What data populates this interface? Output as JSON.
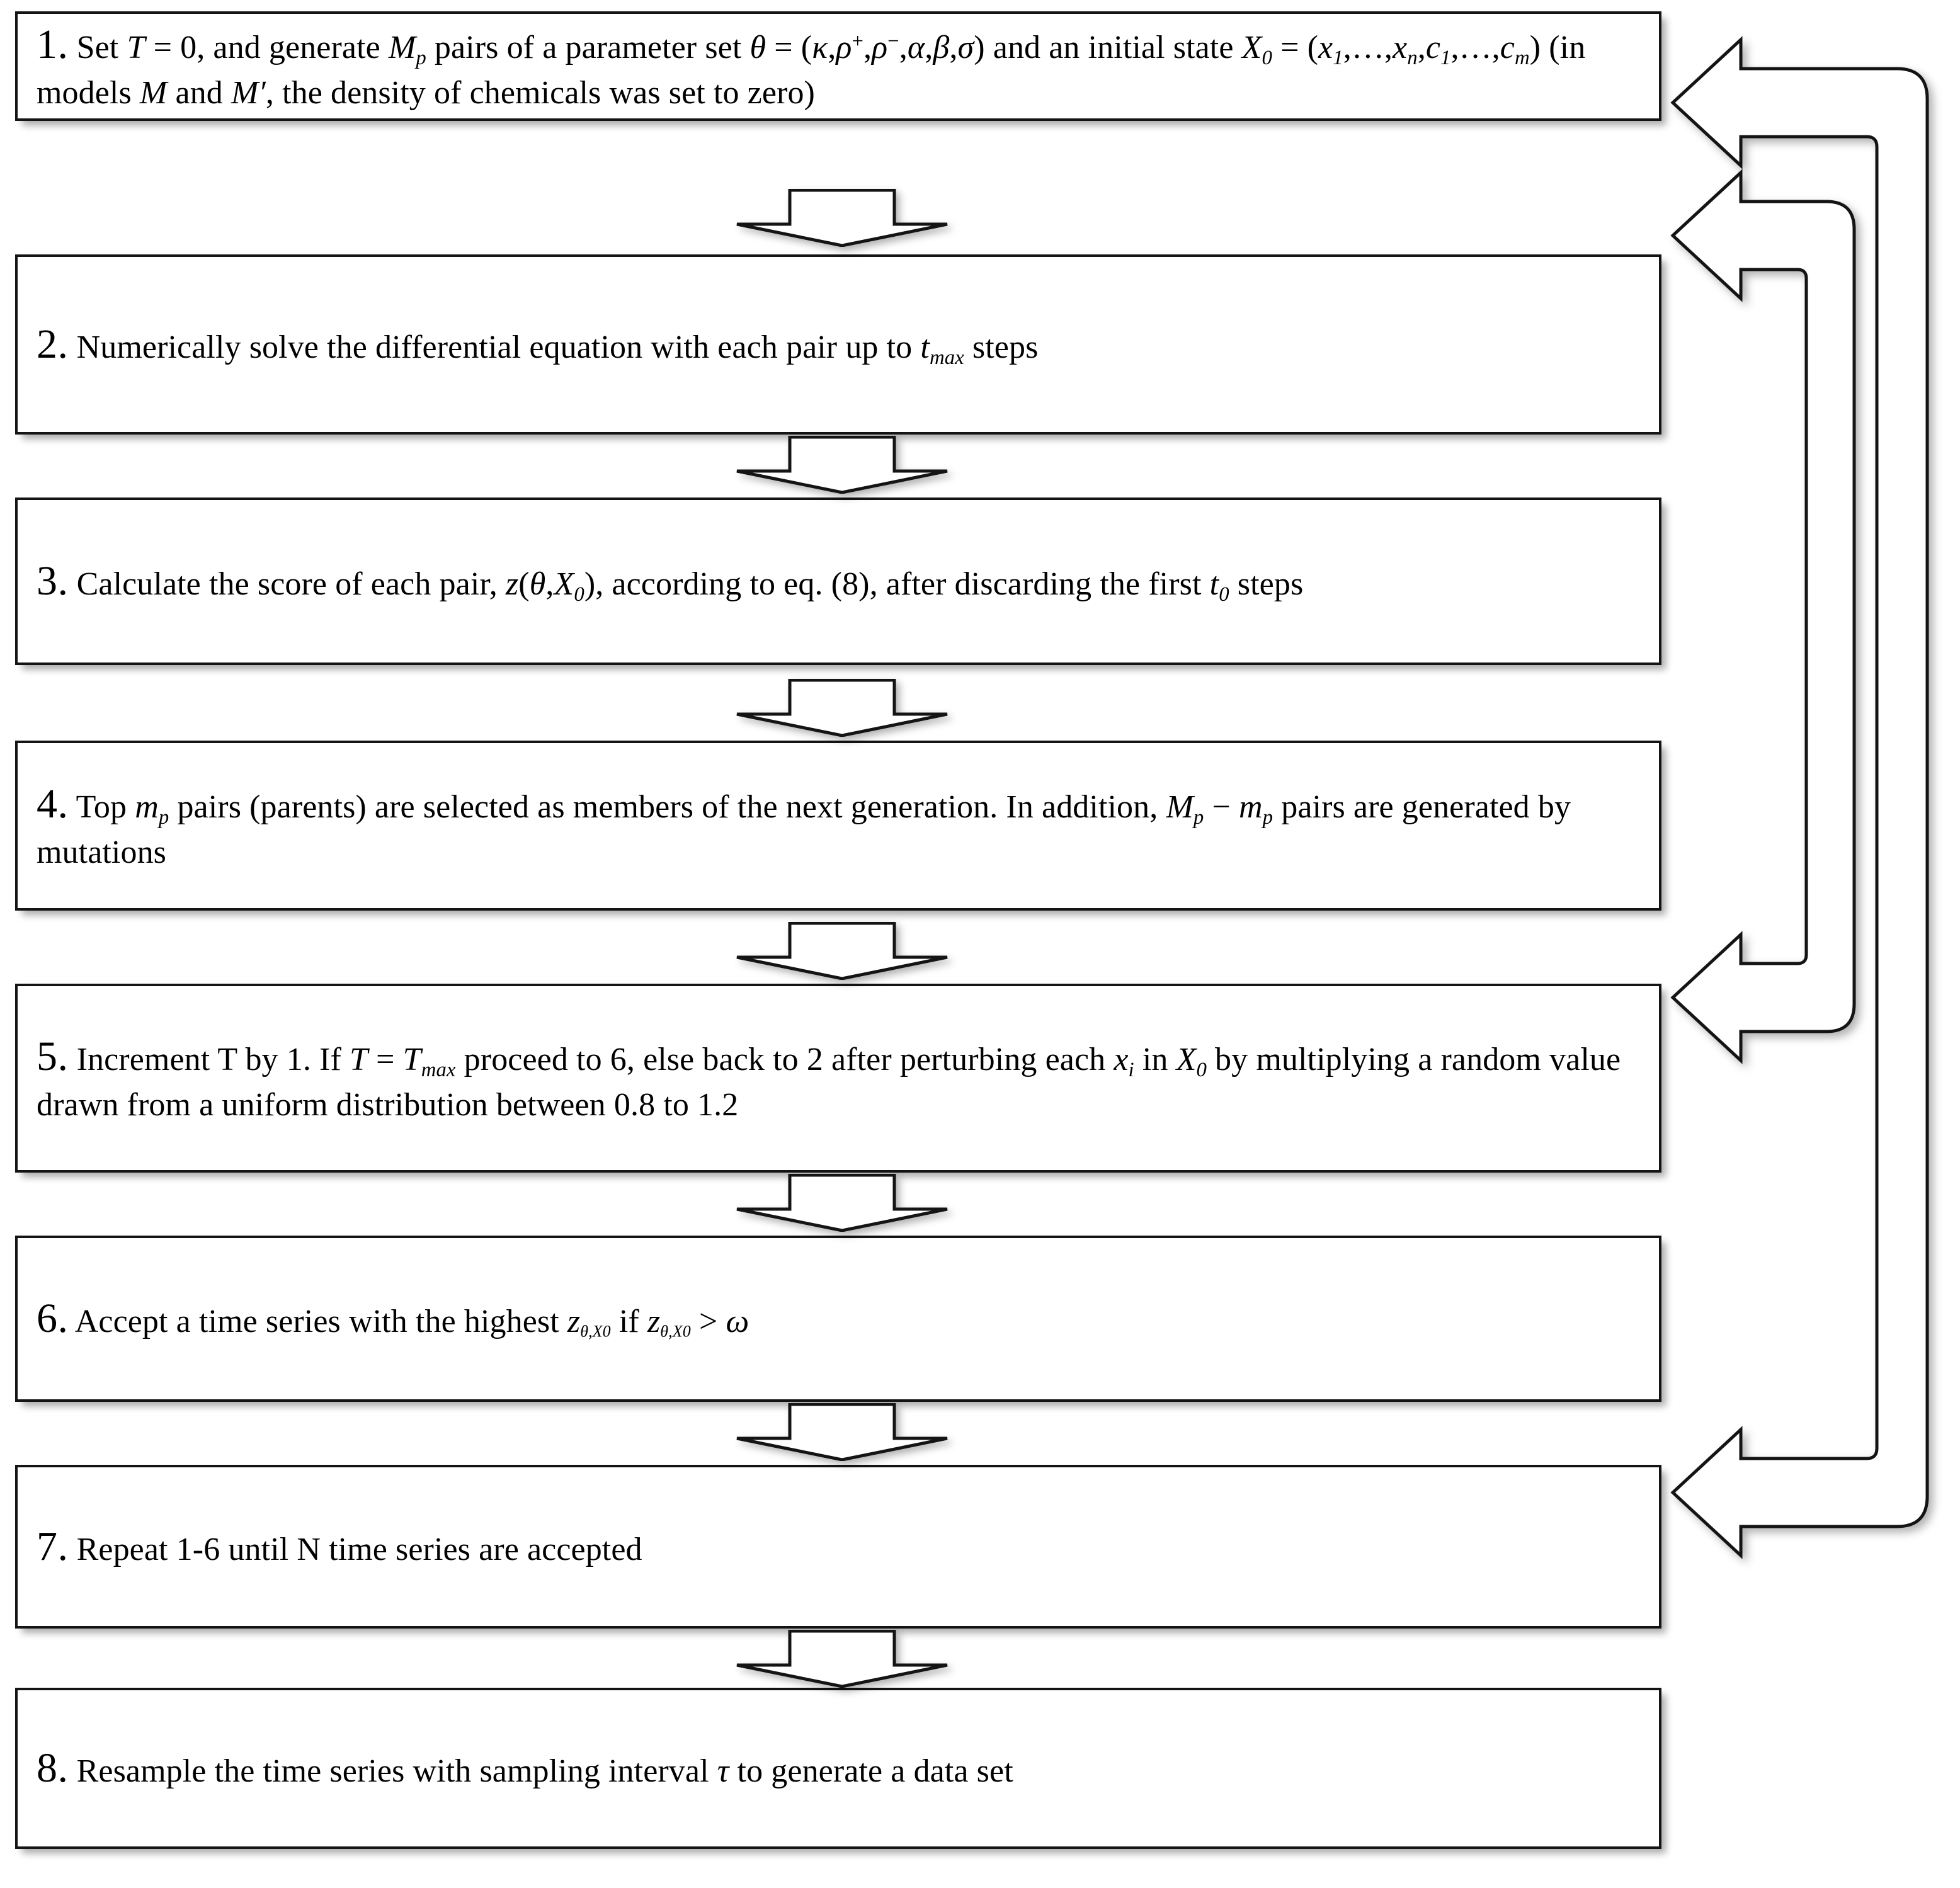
{
  "diagram": {
    "title": "Evolutionary parameter-search algorithm flowchart",
    "type": "flowchart",
    "orientation": "top-to-bottom",
    "colors": {
      "box_border": "#141414",
      "box_fill": "#ffffff",
      "arrow_stroke": "#1a1a1a",
      "arrow_fill": "#ffffff",
      "page_background": "#ffffff"
    },
    "steps": [
      {
        "id": "step-1",
        "number": "1.",
        "text_plain": "Set T = 0, and generate Mp pairs of a parameter set θ = (κ, ρ+, ρ−, α, β, σ) and an initial state X0 = (x1,…,xn, c1,…,cm) (in models M and M′, the density of chemicals was set to zero)",
        "parts": [
          {
            "t": "Set ",
            "s": "normal"
          },
          {
            "t": "T",
            "s": "italic"
          },
          {
            "t": " = 0, and generate ",
            "s": "normal"
          },
          {
            "t": "M",
            "s": "italic"
          },
          {
            "t": "p",
            "s": "sub"
          },
          {
            "t": "  pairs of a parameter set ",
            "s": "normal"
          },
          {
            "t": "θ",
            "s": "italic"
          },
          {
            "t": " = (",
            "s": "normal"
          },
          {
            "t": "κ",
            "s": "italic"
          },
          {
            "t": ",",
            "s": "normal"
          },
          {
            "t": "ρ",
            "s": "italic"
          },
          {
            "t": "+",
            "s": "sup"
          },
          {
            "t": ",",
            "s": "normal"
          },
          {
            "t": "ρ",
            "s": "italic"
          },
          {
            "t": "−",
            "s": "sup"
          },
          {
            "t": ",",
            "s": "normal"
          },
          {
            "t": "α",
            "s": "italic"
          },
          {
            "t": ",",
            "s": "normal"
          },
          {
            "t": "β",
            "s": "italic"
          },
          {
            "t": ",",
            "s": "normal"
          },
          {
            "t": "σ",
            "s": "italic"
          },
          {
            "t": ") and an initial state ",
            "s": "normal"
          },
          {
            "t": "X",
            "s": "italic"
          },
          {
            "t": "0",
            "s": "sub"
          },
          {
            "t": " = (",
            "s": "normal"
          },
          {
            "t": "x",
            "s": "italic"
          },
          {
            "t": "1",
            "s": "sub"
          },
          {
            "t": ",…,",
            "s": "normal"
          },
          {
            "t": "x",
            "s": "italic"
          },
          {
            "t": "n",
            "s": "sub"
          },
          {
            "t": ",",
            "s": "normal"
          },
          {
            "t": "c",
            "s": "italic"
          },
          {
            "t": "1",
            "s": "sub"
          },
          {
            "t": ",…,",
            "s": "normal"
          },
          {
            "t": "c",
            "s": "italic"
          },
          {
            "t": "m",
            "s": "sub"
          },
          {
            "t": ") (in models ",
            "s": "normal"
          },
          {
            "t": "M",
            "s": "italic"
          },
          {
            "t": " and ",
            "s": "normal"
          },
          {
            "t": "M′",
            "s": "italic"
          },
          {
            "t": ", the density of chemicals was set to zero)",
            "s": "normal"
          }
        ]
      },
      {
        "id": "step-2",
        "number": "2.",
        "text_plain": "Numerically solve the differential equation with each pair up to tmax steps",
        "parts": [
          {
            "t": "Numerically solve the differential equation with each pair up to ",
            "s": "normal"
          },
          {
            "t": "t",
            "s": "italic"
          },
          {
            "t": "max",
            "s": "sub"
          },
          {
            "t": " steps",
            "s": "normal"
          }
        ]
      },
      {
        "id": "step-3",
        "number": "3.",
        "text_plain": "Calculate the score of each pair, z(θ, X0), according to eq. (8), after discarding the first t0 steps",
        "parts": [
          {
            "t": "Calculate the score of each pair, ",
            "s": "normal"
          },
          {
            "t": "z",
            "s": "italic"
          },
          {
            "t": "(",
            "s": "normal"
          },
          {
            "t": "θ",
            "s": "italic"
          },
          {
            "t": ",",
            "s": "normal"
          },
          {
            "t": "X",
            "s": "italic"
          },
          {
            "t": "0",
            "s": "sub"
          },
          {
            "t": "), according to eq. (8), after discarding the first ",
            "s": "normal"
          },
          {
            "t": "t",
            "s": "italic"
          },
          {
            "t": "0",
            "s": "sub"
          },
          {
            "t": " steps",
            "s": "normal"
          }
        ]
      },
      {
        "id": "step-4",
        "number": "4.",
        "text_plain": "Top mp pairs (parents) are selected as members of the next generation. In addition, Mp − mp pairs are generated by mutations",
        "parts": [
          {
            "t": "Top ",
            "s": "normal"
          },
          {
            "t": "m",
            "s": "italic"
          },
          {
            "t": "p",
            "s": "sub"
          },
          {
            "t": " pairs (parents) are selected as members of the next generation. In addition, ",
            "s": "normal"
          },
          {
            "t": "M",
            "s": "italic"
          },
          {
            "t": "p",
            "s": "sub"
          },
          {
            "t": " − ",
            "s": "normal"
          },
          {
            "t": "m",
            "s": "italic"
          },
          {
            "t": "p",
            "s": "sub"
          },
          {
            "t": " pairs are generated by mutations",
            "s": "normal"
          }
        ]
      },
      {
        "id": "step-5",
        "number": "5.",
        "text_plain": "Increment T by 1. If T = Tmax proceed to 6, else back to 2 after perturbing each xi in X0 by multiplying a random value drawn from a uniform distribution between 0.8 to 1.2",
        "parts": [
          {
            "t": "Increment T by 1. If ",
            "s": "normal"
          },
          {
            "t": "T",
            "s": "italic"
          },
          {
            "t": " = ",
            "s": "normal"
          },
          {
            "t": "T",
            "s": "italic"
          },
          {
            "t": "max",
            "s": "sub"
          },
          {
            "t": " proceed to 6, else back to 2 after perturbing each ",
            "s": "normal"
          },
          {
            "t": "x",
            "s": "italic"
          },
          {
            "t": "i",
            "s": "sub"
          },
          {
            "t": " in ",
            "s": "normal"
          },
          {
            "t": "X",
            "s": "italic"
          },
          {
            "t": "0",
            "s": "sub"
          },
          {
            "t": " by multiplying a random value drawn from a uniform distribution between 0.8 to 1.2",
            "s": "normal"
          }
        ]
      },
      {
        "id": "step-6",
        "number": "6.",
        "text_plain": "Accept a time series with the highest zθ,X0 if zθ,X0 > ω",
        "parts": [
          {
            "t": "Accept a time series with the highest ",
            "s": "normal"
          },
          {
            "t": "z",
            "s": "italic"
          },
          {
            "t": "θ,X0",
            "s": "subsub"
          },
          {
            "t": " if ",
            "s": "normal"
          },
          {
            "t": "z",
            "s": "italic"
          },
          {
            "t": "θ,X0",
            "s": "subsub"
          },
          {
            "t": " > ",
            "s": "normal"
          },
          {
            "t": "ω",
            "s": "italic"
          }
        ]
      },
      {
        "id": "step-7",
        "number": "7.",
        "text_plain": "Repeat 1-6 until N time series are accepted",
        "parts": [
          {
            "t": "Repeat 1-6 until N time series are accepted",
            "s": "normal"
          }
        ]
      },
      {
        "id": "step-8",
        "number": "8.",
        "text_plain": "Resample the time series with sampling interval τ to generate a data set",
        "parts": [
          {
            "t": "Resample the time series with sampling interval ",
            "s": "normal"
          },
          {
            "t": "τ",
            "s": "italic"
          },
          {
            "t": " to generate a data set",
            "s": "normal"
          }
        ]
      }
    ],
    "connectors": [
      {
        "id": "arrow-1-to-2",
        "from": "step-1",
        "to": "step-2",
        "shape": "down-block-arrow"
      },
      {
        "id": "arrow-2-to-3",
        "from": "step-2",
        "to": "step-3",
        "shape": "down-block-arrow"
      },
      {
        "id": "arrow-3-to-4",
        "from": "step-3",
        "to": "step-4",
        "shape": "down-block-arrow"
      },
      {
        "id": "arrow-4-to-5",
        "from": "step-4",
        "to": "step-5",
        "shape": "down-block-arrow"
      },
      {
        "id": "arrow-5-to-6",
        "from": "step-5",
        "to": "step-6",
        "shape": "down-block-arrow"
      },
      {
        "id": "arrow-6-to-7",
        "from": "step-6",
        "to": "step-7",
        "shape": "down-block-arrow"
      },
      {
        "id": "arrow-7-to-8",
        "from": "step-7",
        "to": "step-8",
        "shape": "down-block-arrow"
      },
      {
        "id": "feedback-5-to-2",
        "from": "step-5",
        "to": "step-2",
        "shape": "elbow-block-arrow-left"
      },
      {
        "id": "feedback-7-to-1",
        "from": "step-7",
        "to": "step-1",
        "shape": "elbow-block-arrow-left"
      }
    ]
  }
}
